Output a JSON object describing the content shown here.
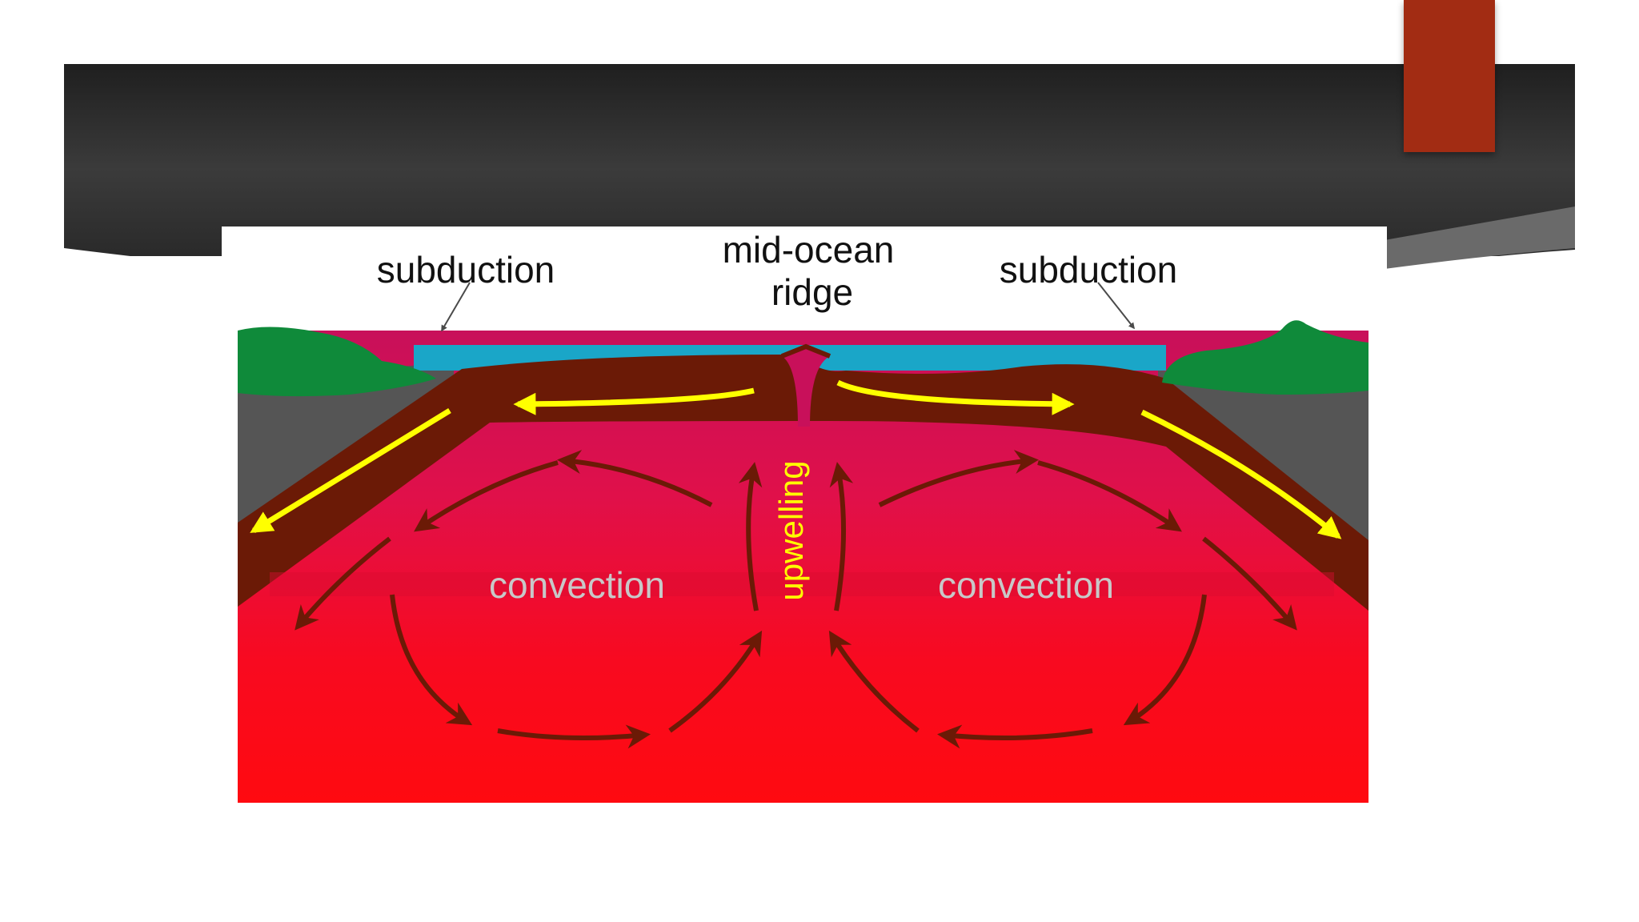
{
  "diagram": {
    "labels": {
      "subduction_left": "subduction",
      "ridge_line1": "mid-ocean",
      "ridge_line2": "ridge",
      "subduction_right": "subduction",
      "convection_left": "convection",
      "convection_right": "convection",
      "upwelling": "upwelling"
    },
    "colors": {
      "ocean": "#1aa6c8",
      "land": "#0f8a3a",
      "crust_side": "#5a5a5a",
      "plate": "#6b1a06",
      "mantle_top": "#c8105a",
      "mantle_bottom": "#ff0a10",
      "plate_arrows": "#ffff00",
      "convection_arrows": "#6b1a06",
      "convection_text": "#c8c8c8",
      "accent": "#a22c13"
    }
  }
}
